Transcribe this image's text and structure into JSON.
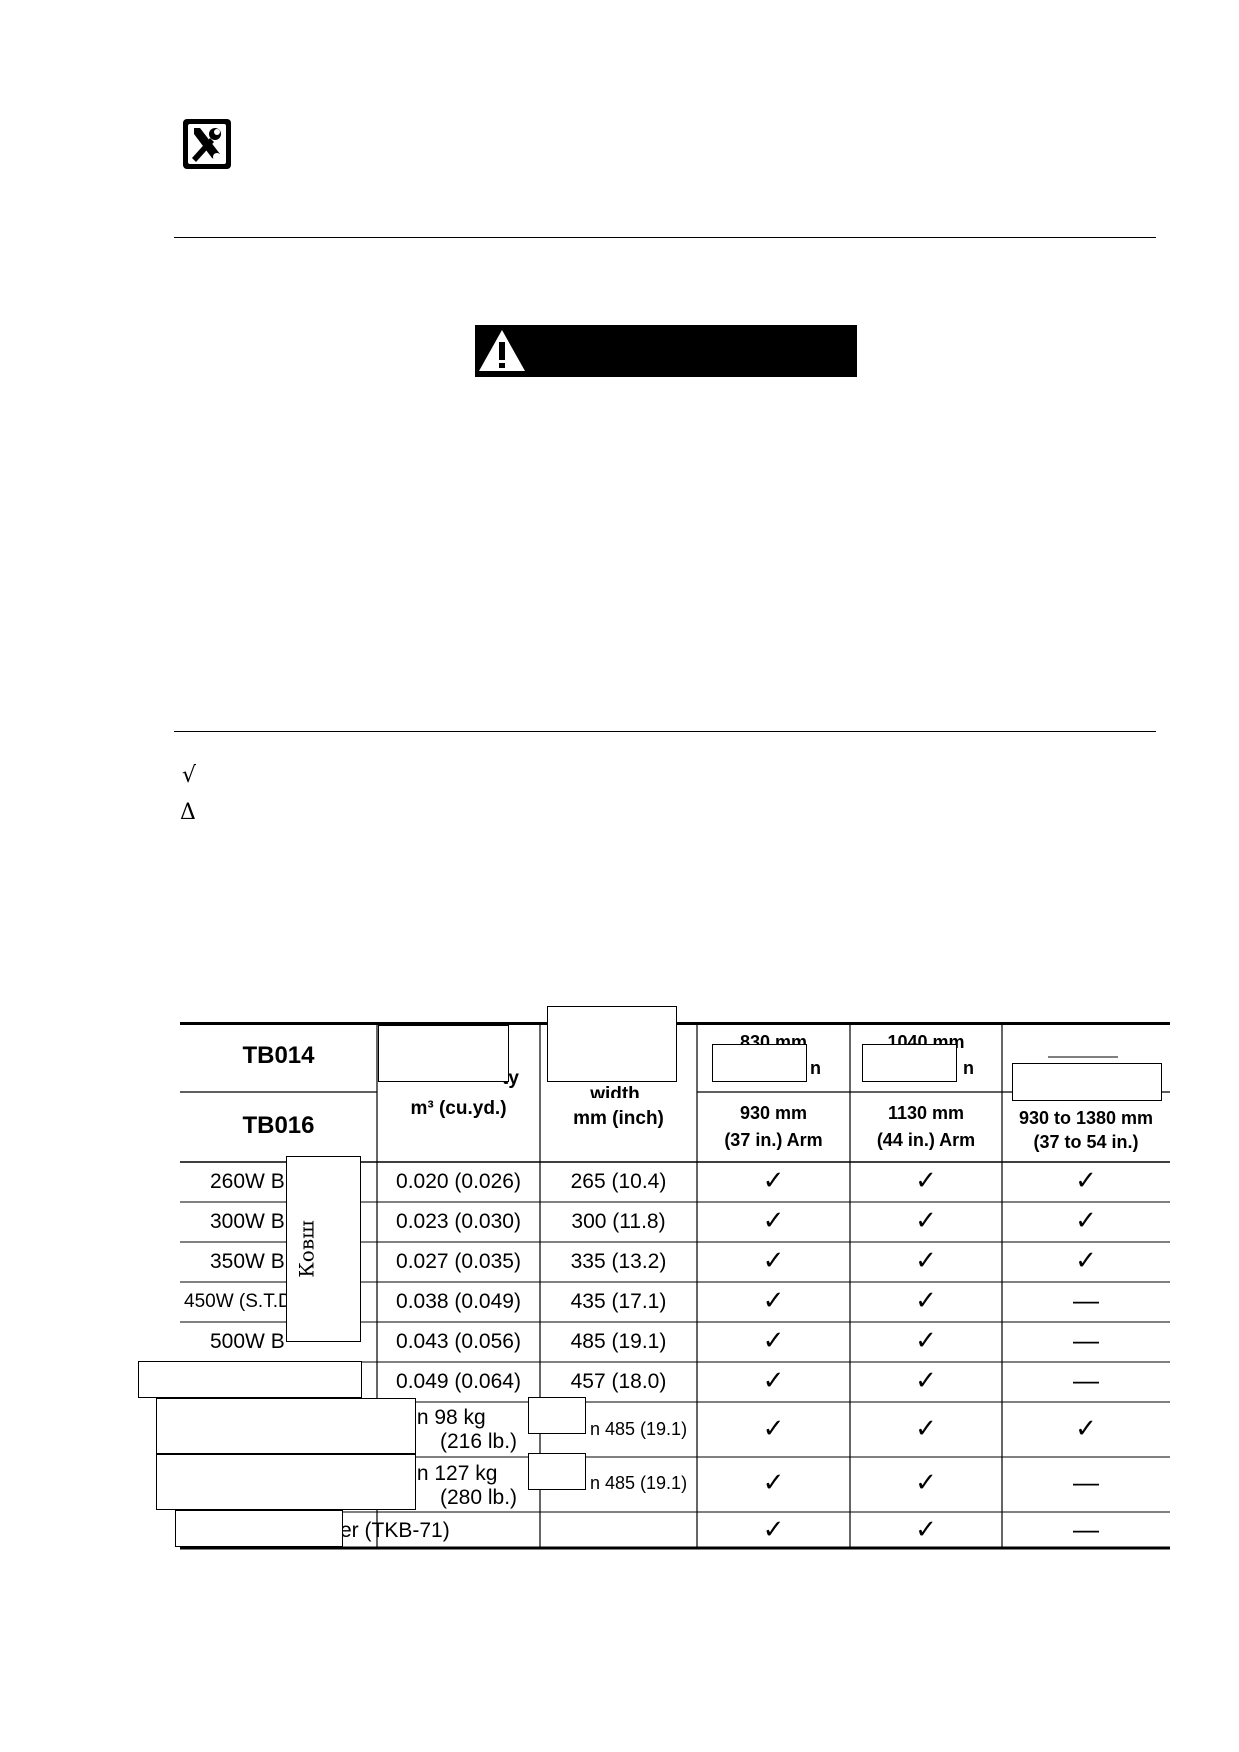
{
  "page": {
    "legend": {
      "check_symbol": "√",
      "delta_symbol": "Δ"
    },
    "icons": {
      "tools": "tools-icon",
      "warning": "warning-triangle-icon"
    }
  },
  "table": {
    "header": {
      "model_1": "TB014",
      "model_2": "TB016",
      "capacity_partial": "ty",
      "capacity_unit": "m³ (cu.yd.)",
      "width_partial": "width",
      "width_unit": "mm (inch)",
      "arm1_top": "830 mm",
      "arm1_top_partial": "n",
      "arm1_bottom_line1": "930 mm",
      "arm1_bottom_line2": "(37 in.) Arm",
      "arm2_top": "1040 mm",
      "arm2_top_partial": "n",
      "arm2_bottom_line1": "1130 mm",
      "arm2_bottom_line2": "(44 in.) Arm",
      "arm3_bottom_line1": "930 to 1380 mm",
      "arm3_bottom_line2": "(37 to 54 in.)"
    },
    "vertical_label": "Ковш",
    "rows": [
      {
        "name": "260W B",
        "capacity": "0.020 (0.026)",
        "width": "265 (10.4)",
        "c1": "✓",
        "c2": "✓",
        "c3": "✓"
      },
      {
        "name": "300W B",
        "capacity": "0.023 (0.030)",
        "width": "300 (11.8)",
        "c1": "✓",
        "c2": "✓",
        "c3": "✓"
      },
      {
        "name": "350W B",
        "capacity": "0.027 (0.035)",
        "width": "335 (13.2)",
        "c1": "✓",
        "c2": "✓",
        "c3": "✓"
      },
      {
        "name": "450W (S.T.D",
        "capacity": "0.038 (0.049)",
        "width": "435 (17.1)",
        "c1": "✓",
        "c2": "✓",
        "c3": "—"
      },
      {
        "name": "500W B",
        "capacity": "0.043 (0.056)",
        "width": "485 (19.1)",
        "c1": "✓",
        "c2": "✓",
        "c3": "—"
      },
      {
        "name": "",
        "capacity": "0.049 (0.064)",
        "width": "457 (18.0)",
        "c1": "✓",
        "c2": "✓",
        "c3": "—"
      },
      {
        "name": "",
        "capacity_l1": "ithin 98 kg",
        "capacity_l2": "(216 lb.)",
        "width": "n 485 (19.1)",
        "c1": "✓",
        "c2": "✓",
        "c3": "✓"
      },
      {
        "name": "",
        "capacity_l1": "ithin 127 kg",
        "capacity_l2": "(280 lb.)",
        "width": "n 485 (19.1)",
        "c1": "✓",
        "c2": "✓",
        "c3": "—"
      },
      {
        "name": "er (TKB-71)",
        "capacity": "",
        "width": "",
        "c1": "✓",
        "c2": "✓",
        "c3": "—"
      }
    ]
  }
}
